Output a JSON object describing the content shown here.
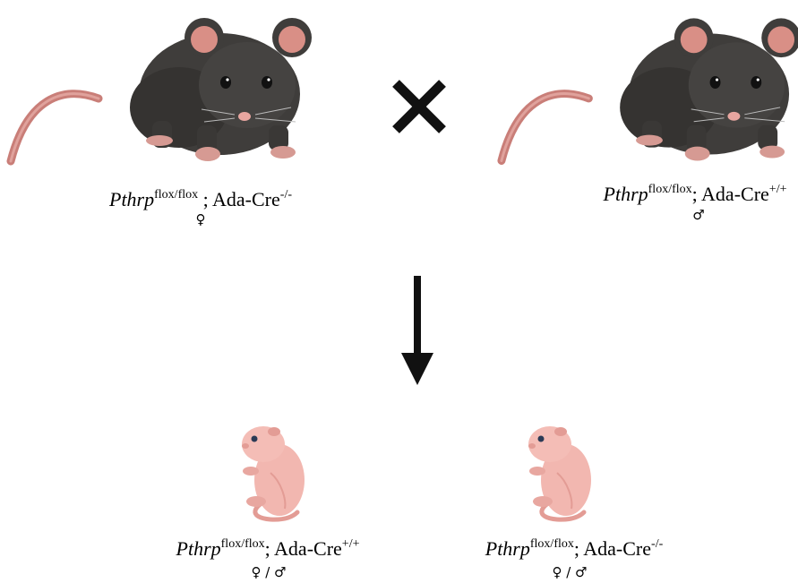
{
  "parents": {
    "female": {
      "gene": "Pthrp",
      "gene_sup": "flox/flox",
      "sep": " ; ",
      "cre": "Ada-Cre",
      "cre_sup": "-/-",
      "sex": "♀"
    },
    "male": {
      "gene": "Pthrp",
      "gene_sup": "flox/flox",
      "sep": "; ",
      "cre": "Ada-Cre",
      "cre_sup": "+/+",
      "sex": "♂"
    }
  },
  "cross_symbol_icon": "cross-x-icon",
  "arrow_icon": "down-arrow-icon",
  "offspring": [
    {
      "gene": "Pthrp",
      "gene_sup": "flox/flox",
      "sep": "; ",
      "cre": "Ada-Cre",
      "cre_sup": "+/+",
      "sex": "♀ / ♂"
    },
    {
      "gene": "Pthrp",
      "gene_sup": "flox/flox",
      "sep": "; ",
      "cre": "Ada-Cre",
      "cre_sup": "-/-",
      "sex": "♀ / ♂"
    }
  ],
  "colors": {
    "adult_fur": "#3f3d3b",
    "adult_fur_dark": "#2b2a29",
    "ear_inner": "#d98f86",
    "tail": "#c97e78",
    "pup_skin": "#f2b7b0",
    "pup_skin_dark": "#e39c95",
    "symbol": "#111111"
  }
}
